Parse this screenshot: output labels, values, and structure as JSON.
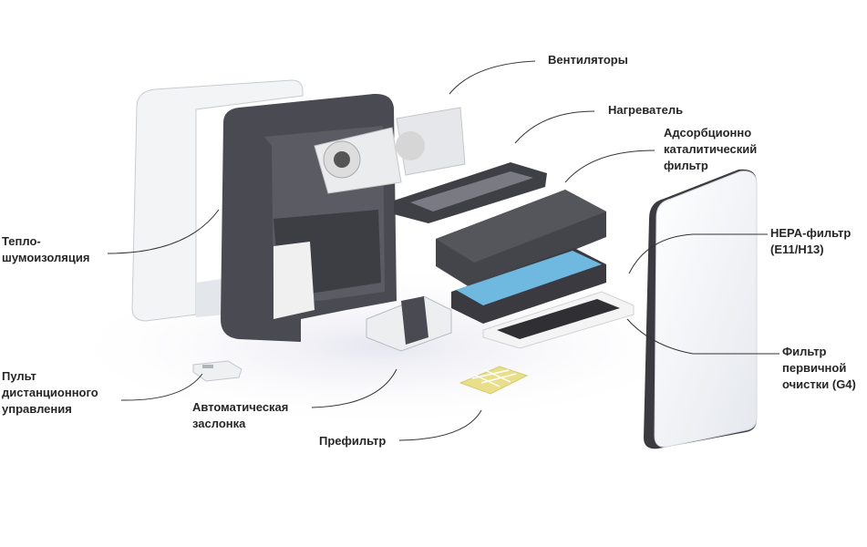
{
  "labels": {
    "fans": "Вентиляторы",
    "heater": "Нагреватель",
    "adsorption_line1": "Адсорбционно",
    "adsorption_line2": "каталитический",
    "adsorption_line3": "фильтр",
    "insulation_line1": "Тепло-",
    "insulation_line2": "шумоизоляция",
    "hepa_line1": "HEPA-фильтр",
    "hepa_line2": "(E11/H13)",
    "g4_line1": "Фильтр",
    "g4_line2": "первичной",
    "g4_line3": "очистки (G4)",
    "remote_line1": "Пульт",
    "remote_line2": "дистанционного",
    "remote_line3": "управления",
    "damper_line1": "Автоматическая",
    "damper_line2": "заслонка",
    "prefilter": "Префильтр"
  },
  "colors": {
    "housing": "#4a4a52",
    "hepa_blue": "#6fb8e0",
    "prefilter_yellow": "#e9df8a",
    "panel": "#f3f5f7"
  }
}
